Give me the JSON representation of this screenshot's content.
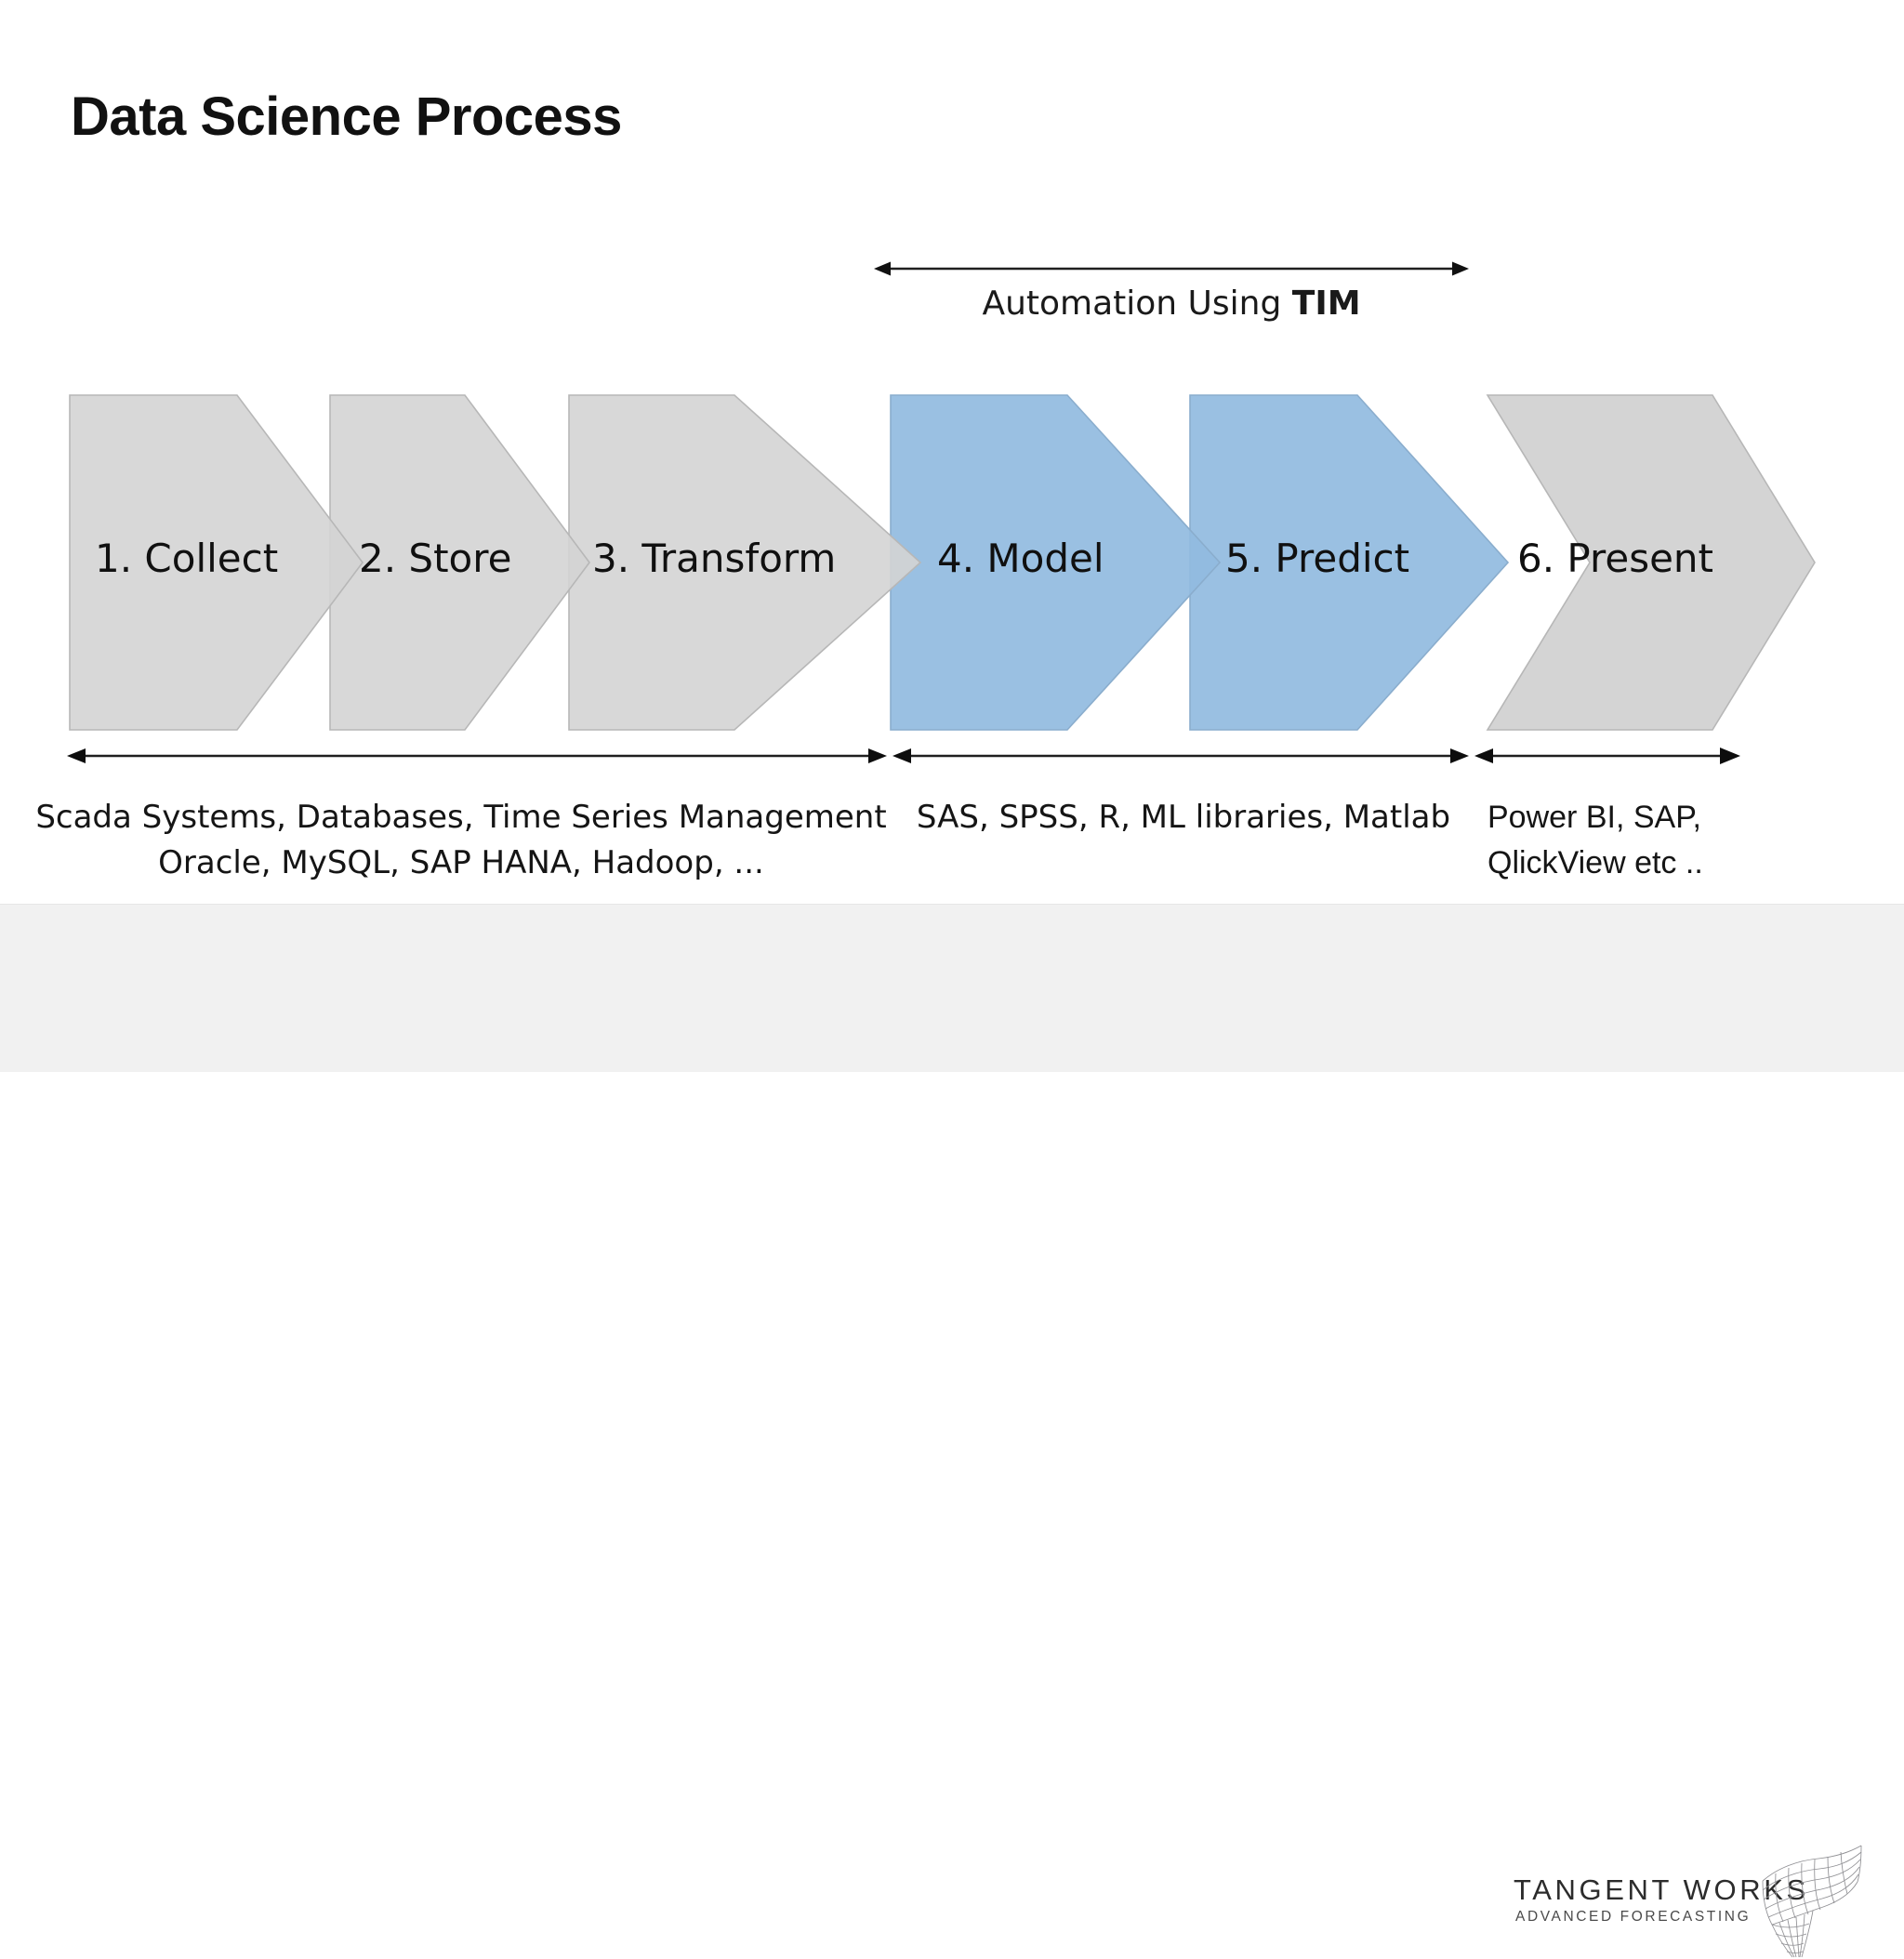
{
  "slide": {
    "title": "Data Science Process",
    "background": "#ffffff"
  },
  "automation": {
    "label_prefix": "Automation Using ",
    "label_emphasis": "TIM",
    "arrow_name": "double-headed-arrow"
  },
  "process": {
    "steps": [
      {
        "label": "1. Collect",
        "fill": "#d4d4d4",
        "kind": "gray"
      },
      {
        "label": "2. Store",
        "fill": "#d4d4d4",
        "kind": "gray"
      },
      {
        "label": "3. Transform",
        "fill": "#d4d4d4",
        "kind": "gray"
      },
      {
        "label": "4. Model",
        "fill": "#91bbdf",
        "kind": "blue"
      },
      {
        "label": "5. Predict",
        "fill": "#91bbdf",
        "kind": "blue"
      },
      {
        "label": "6. Present",
        "fill": "#d4d4d4",
        "kind": "gray"
      }
    ]
  },
  "captions": [
    {
      "line1": "Scada Systems, Databases, Time Series Management",
      "line2": "Oracle, MySQL, SAP HANA, Hadoop, ..."
    },
    {
      "line1": "SAS, SPSS, R, ML libraries, Matlab",
      "line2": ""
    },
    {
      "line1": "Power BI, SAP,",
      "line2": "QlickView etc .."
    }
  ],
  "footer": {
    "logo_wordmark": "TANGENT WORKS",
    "logo_tagline": "ADVANCED FORECASTING",
    "logo_mark_name": "wireframe-mesh-ribbon-icon",
    "band_color": "#f1f1f1"
  },
  "colors": {
    "gray_fill": "#d4d4d4",
    "gray_stroke": "#b4b4b4",
    "blue_fill": "#91bbdf",
    "blue_stroke": "#8aadcd",
    "text": "#151515",
    "arrow": "#1f1f1f"
  }
}
